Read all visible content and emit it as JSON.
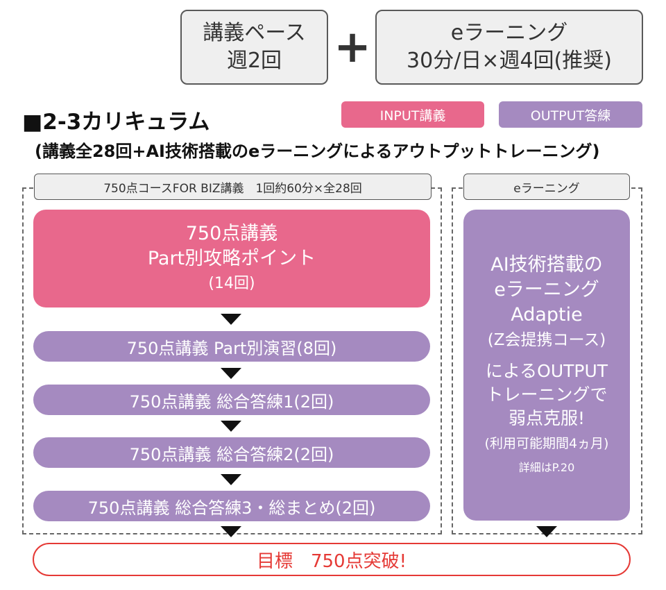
{
  "top": {
    "lecture_pace_line1": "講義ペース",
    "lecture_pace_line2": "週2回",
    "plus": "+",
    "elearning_line1": "eラーニング",
    "elearning_line2": "30分/日×週4回(推奨)"
  },
  "section": {
    "title": "■2-3カリキュラム",
    "subtitle": "(講義全28回+AI技術搭載のeラーニングによるアウトプットトレーニング)"
  },
  "legend": {
    "input_label": "INPUT講義",
    "output_label": "OUTPUT答練",
    "input_color": "#e8688c",
    "output_color": "#a58ac0"
  },
  "course": {
    "header": "750点コースFOR BIZ講義　1回約60分×全28回",
    "main_card": {
      "line1": "750点講義",
      "line2": "Part別攻略ポイント",
      "line3": "(14回)"
    },
    "steps": [
      "750点講義 Part別演習(8回)",
      "750点講義 総合答練1(2回)",
      "750点講義 総合答練2(2回)",
      "750点講義 総合答練3・総まとめ(2回)"
    ]
  },
  "elearning": {
    "header": "eラーニング",
    "card": {
      "line1": "AI技術搭載の",
      "line2": "eラーニング",
      "line3": "Adaptie",
      "line4": "(Z会提携コース)",
      "line5": "によるOUTPUT",
      "line6": "トレーニングで",
      "line7": "弱点克服!",
      "line8": "(利用可能期間4ヵ月)",
      "line9": "詳細はP.20"
    }
  },
  "goal": {
    "text": "目標　750点突破!"
  }
}
